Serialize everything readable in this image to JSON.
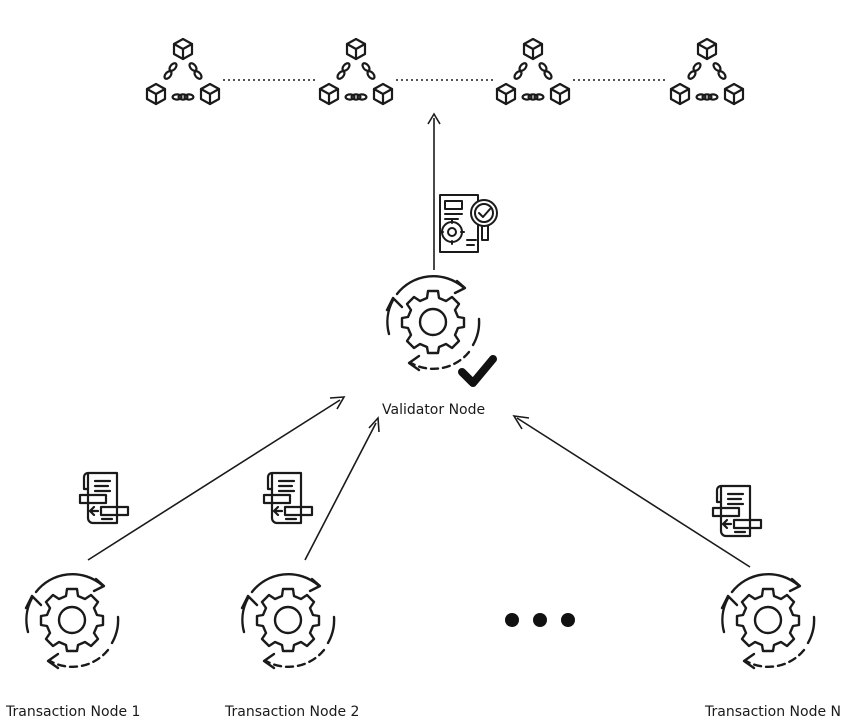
{
  "labels": {
    "validator": "Validator Node",
    "transaction_1": "Transaction Node 1",
    "transaction_2": "Transaction Node 2",
    "transaction_n": "Transaction Node N"
  },
  "icons": {
    "blockchain": "blockchain-triangle-icon",
    "audit": "audit-document-check-icon",
    "gear_cycle": "gear-cycle-icon",
    "checkmark": "checkmark-icon",
    "transaction_doc": "transaction-document-icon",
    "ellipsis": "ellipsis-dots"
  },
  "colors": {
    "stroke": "#1a1a1a",
    "background": "#ffffff"
  }
}
